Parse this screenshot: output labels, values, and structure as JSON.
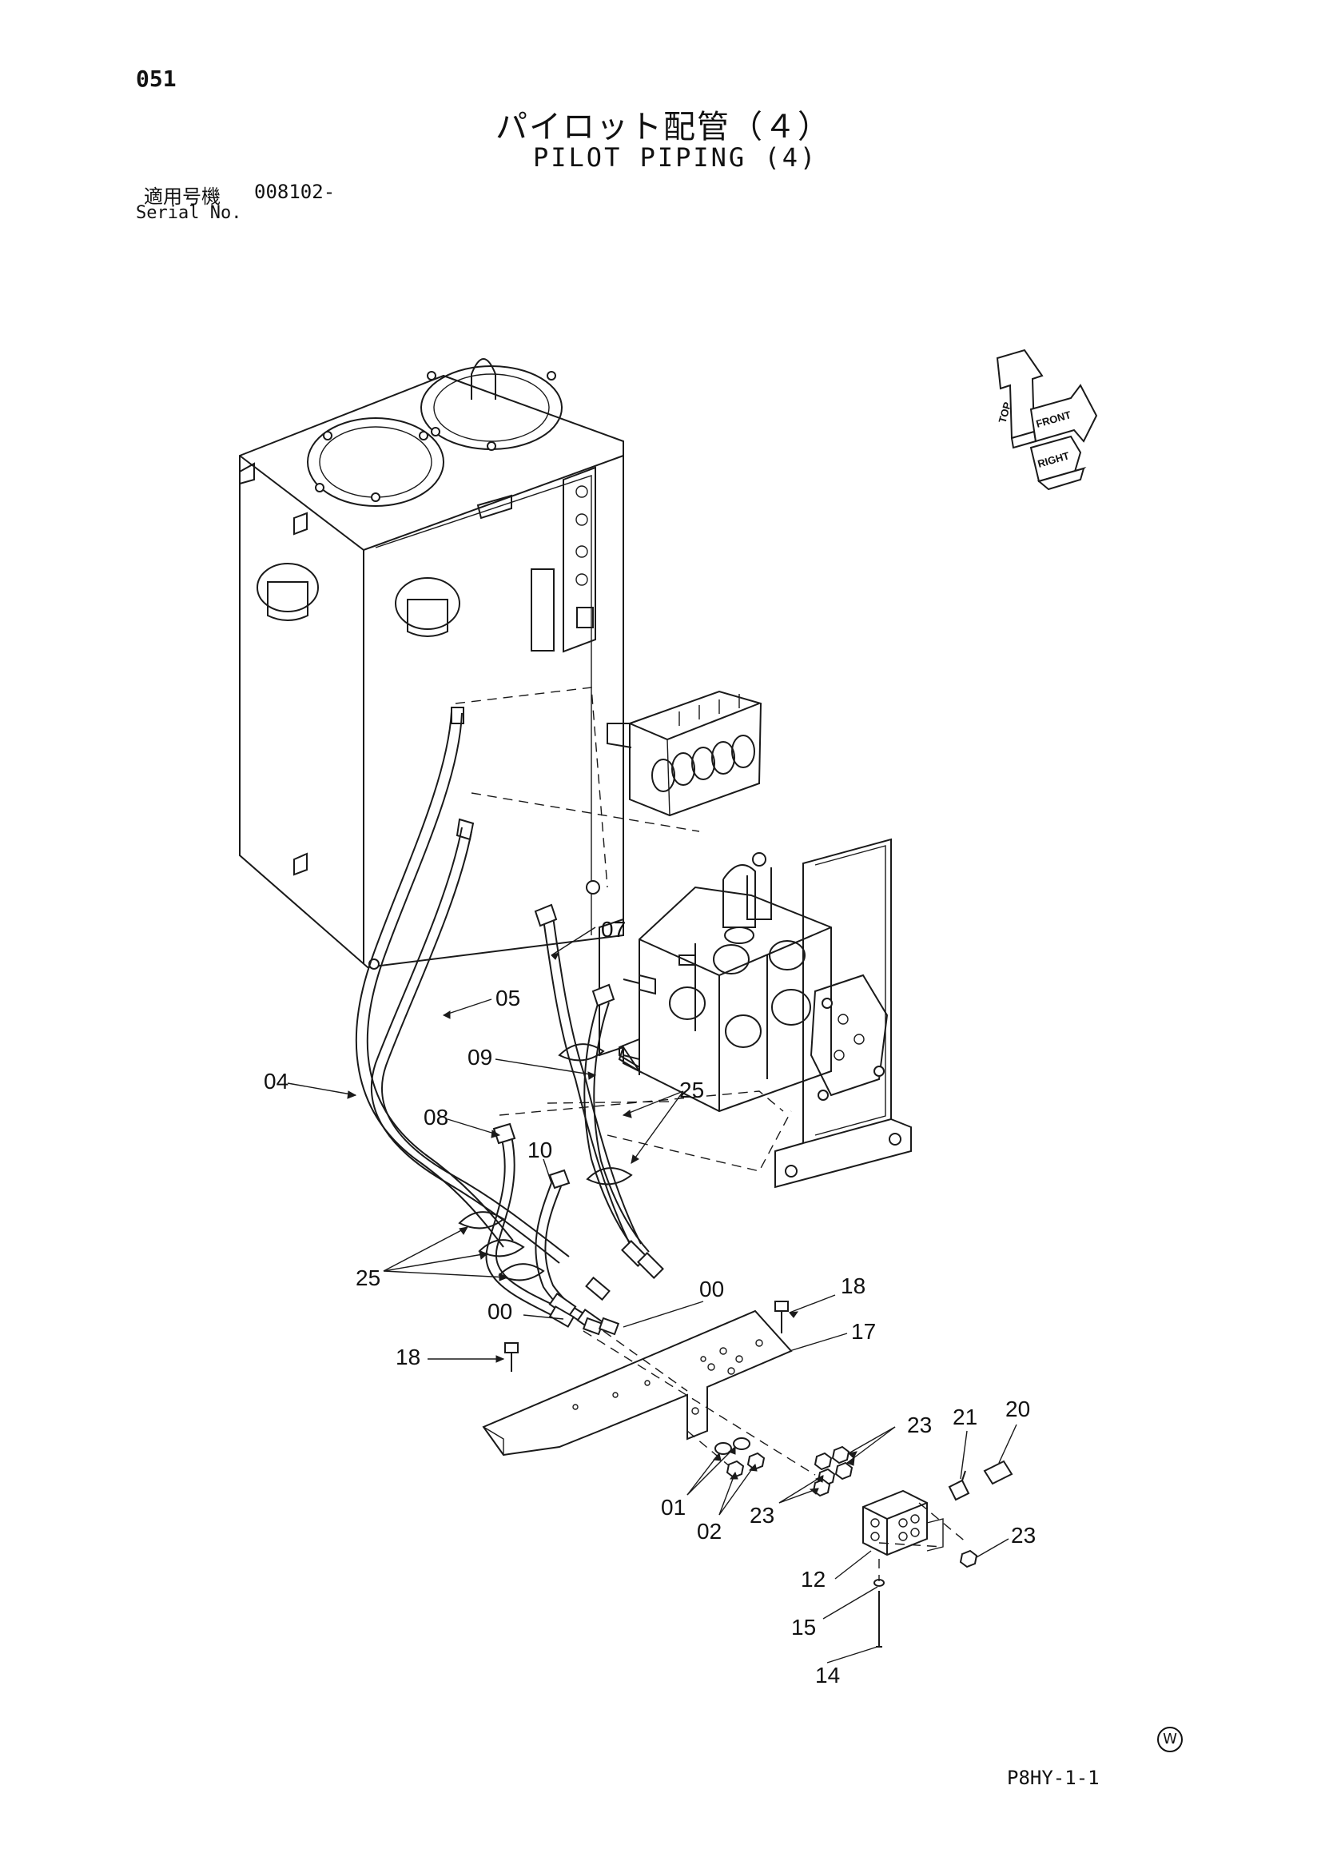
{
  "header": {
    "page_number": "051",
    "title_ja": "パイロット配管（４）",
    "title_en": "PILOT PIPING (4)",
    "serial_label_ja": "適用号機",
    "serial_value": "008102-",
    "serial_label_en": "Serial No."
  },
  "compass": {
    "labels": [
      "TOP",
      "FRONT",
      "RIGHT"
    ]
  },
  "callouts": [
    {
      "id": "07",
      "label": "07"
    },
    {
      "id": "05",
      "label": "05"
    },
    {
      "id": "09",
      "label": "09"
    },
    {
      "id": "04",
      "label": "04"
    },
    {
      "id": "25a",
      "label": "25"
    },
    {
      "id": "08",
      "label": "08"
    },
    {
      "id": "10",
      "label": "10"
    },
    {
      "id": "25b",
      "label": "25"
    },
    {
      "id": "00a",
      "label": "00"
    },
    {
      "id": "00b",
      "label": "00"
    },
    {
      "id": "18a",
      "label": "18"
    },
    {
      "id": "18b",
      "label": "18"
    },
    {
      "id": "17",
      "label": "17"
    },
    {
      "id": "23a",
      "label": "23"
    },
    {
      "id": "21",
      "label": "21"
    },
    {
      "id": "20",
      "label": "20"
    },
    {
      "id": "01",
      "label": "01"
    },
    {
      "id": "02",
      "label": "02"
    },
    {
      "id": "23b",
      "label": "23"
    },
    {
      "id": "23c",
      "label": "23"
    },
    {
      "id": "12",
      "label": "12"
    },
    {
      "id": "15",
      "label": "15"
    },
    {
      "id": "14",
      "label": "14"
    }
  ],
  "footer": {
    "mark": "W",
    "drawing_code": "P8HY-1-1"
  }
}
